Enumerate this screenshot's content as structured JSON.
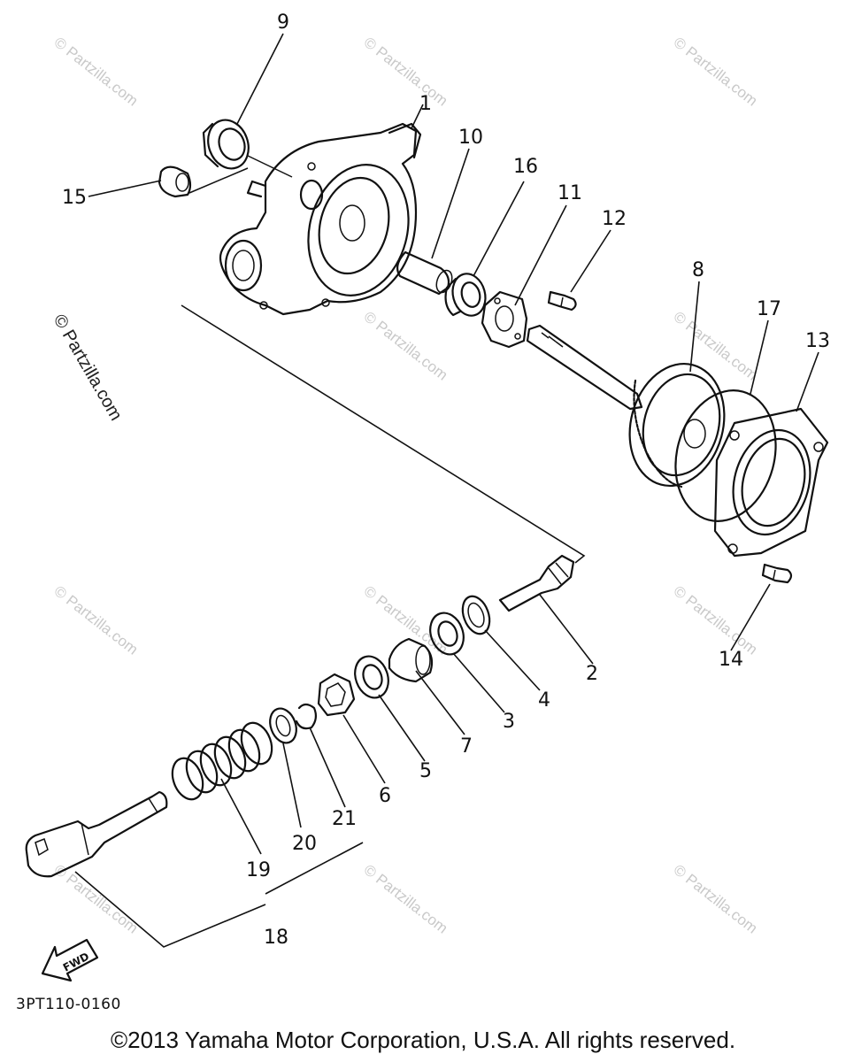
{
  "watermark": {
    "text": "© Partzilla.com"
  },
  "callouts": [
    "1",
    "2",
    "3",
    "4",
    "5",
    "6",
    "7",
    "8",
    "9",
    "10",
    "11",
    "12",
    "13",
    "14",
    "15",
    "16",
    "17",
    "18",
    "19",
    "20",
    "21"
  ],
  "fwd_label": "FWD",
  "diagram_code": "3PT110-0160",
  "copyright": "©2013 Yamaha Motor Corporation, U.S.A. All rights reserved."
}
